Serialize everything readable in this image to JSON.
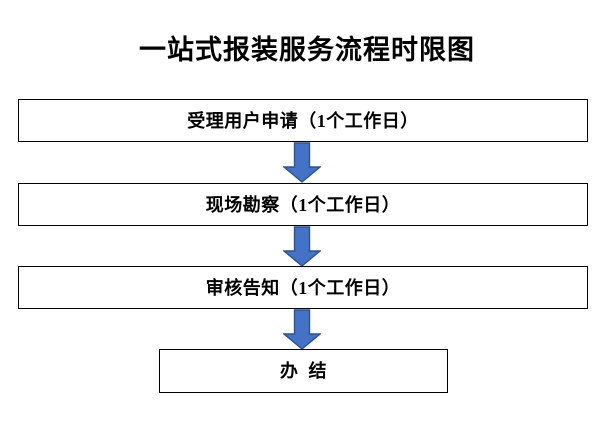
{
  "document": {
    "title": "一站式报装服务流程时限图",
    "background_color": "#ffffff",
    "text_color": "#000000"
  },
  "flowchart": {
    "type": "vertical-process-flow",
    "arrow_fill_color": "#4472C4",
    "arrow_stroke_color": "#2E528F",
    "box_border_color": "#000000",
    "box_fill_color": "#ffffff",
    "nodes": [
      {
        "id": "node-1",
        "label": "受理用户申请（1个工作日）",
        "step": 1,
        "duration": "1个工作日",
        "width": "wide"
      },
      {
        "id": "node-2",
        "label": "现场勘察（1个工作日）",
        "step": 2,
        "duration": "1个工作日",
        "width": "wide"
      },
      {
        "id": "node-3",
        "label": "审核告知（1个工作日）",
        "step": 3,
        "duration": "1个工作日",
        "width": "wide"
      },
      {
        "id": "node-4",
        "label": "办  结",
        "step": 4,
        "duration": "",
        "width": "narrow"
      }
    ],
    "connectors": [
      {
        "id": "arrow-1",
        "from": "node-1",
        "to": "node-2",
        "icon": "arrow-down-icon"
      },
      {
        "id": "arrow-2",
        "from": "node-2",
        "to": "node-3",
        "icon": "arrow-down-icon"
      },
      {
        "id": "arrow-3",
        "from": "node-3",
        "to": "node-4",
        "icon": "arrow-down-icon"
      }
    ]
  }
}
